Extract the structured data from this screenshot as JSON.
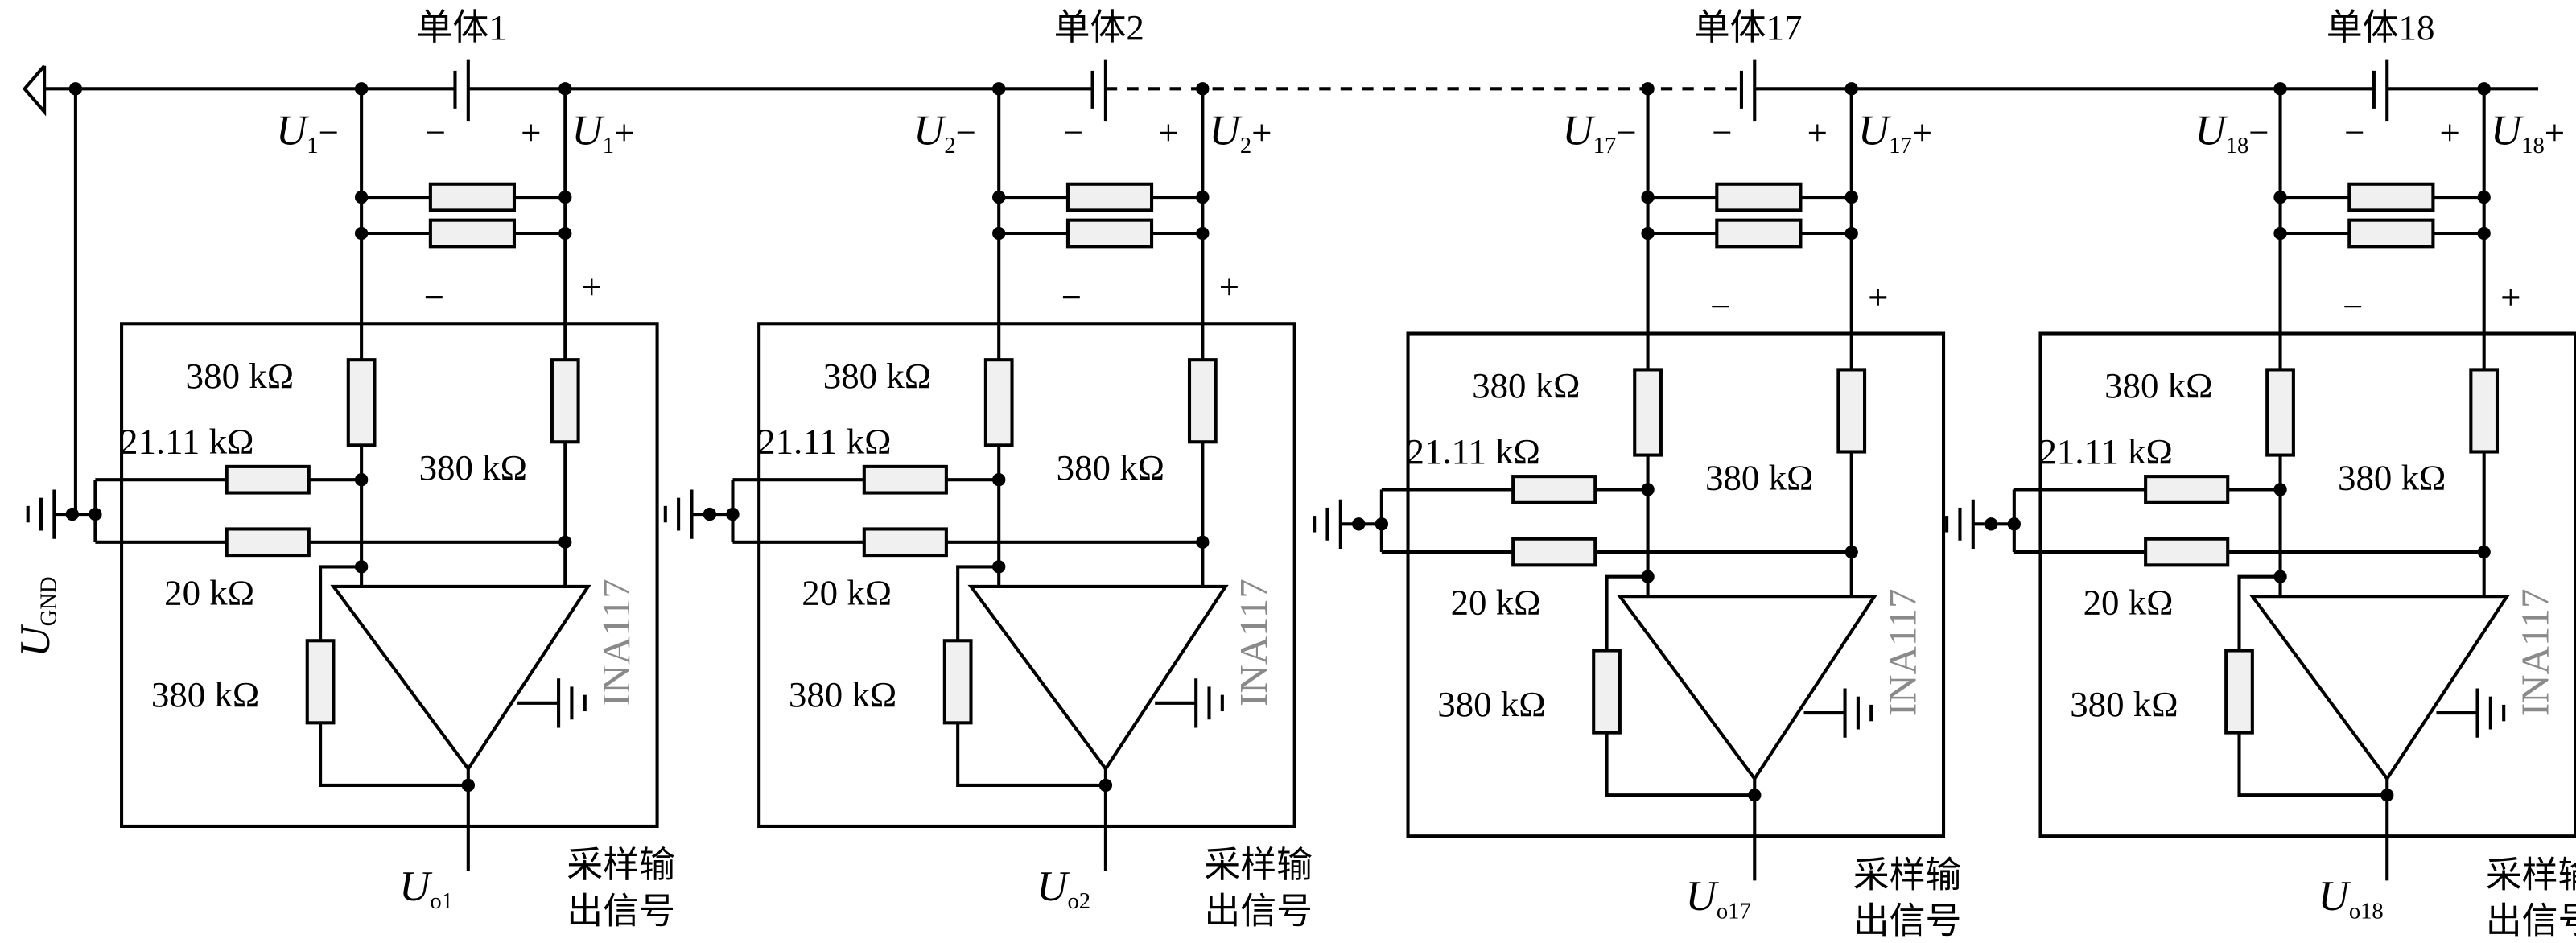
{
  "ground_label": {
    "symbol": "U",
    "subscript": "GND"
  },
  "chip_label": "INA117",
  "polarity": {
    "minus": "−",
    "plus": "+"
  },
  "resistor_labels": {
    "upper_left": "380 kΩ",
    "upper_right": "380 kΩ",
    "gain": "21.11 kΩ",
    "reference": "20 kΩ",
    "feedback": "380 kΩ"
  },
  "output_caption": [
    "采样输",
    "出信号"
  ],
  "cells": [
    {
      "name": "单体1",
      "neg": {
        "symbol": "U",
        "subscript": "1",
        "sign": "−"
      },
      "pos": {
        "symbol": "U",
        "subscript": "1",
        "sign": "+"
      },
      "out": {
        "symbol": "U",
        "subscript": "o1"
      }
    },
    {
      "name": "单体2",
      "neg": {
        "symbol": "U",
        "subscript": "2",
        "sign": "−"
      },
      "pos": {
        "symbol": "U",
        "subscript": "2",
        "sign": "+"
      },
      "out": {
        "symbol": "U",
        "subscript": "o2"
      }
    },
    {
      "name": "单体17",
      "neg": {
        "symbol": "U",
        "subscript": "17",
        "sign": "−"
      },
      "pos": {
        "symbol": "U",
        "subscript": "17",
        "sign": "+"
      },
      "out": {
        "symbol": "U",
        "subscript": "o17"
      }
    },
    {
      "name": "单体18",
      "neg": {
        "symbol": "U",
        "subscript": "18",
        "sign": "−"
      },
      "pos": {
        "symbol": "U",
        "subscript": "18",
        "sign": "+"
      },
      "out": {
        "symbol": "U",
        "subscript": "o18"
      }
    }
  ]
}
